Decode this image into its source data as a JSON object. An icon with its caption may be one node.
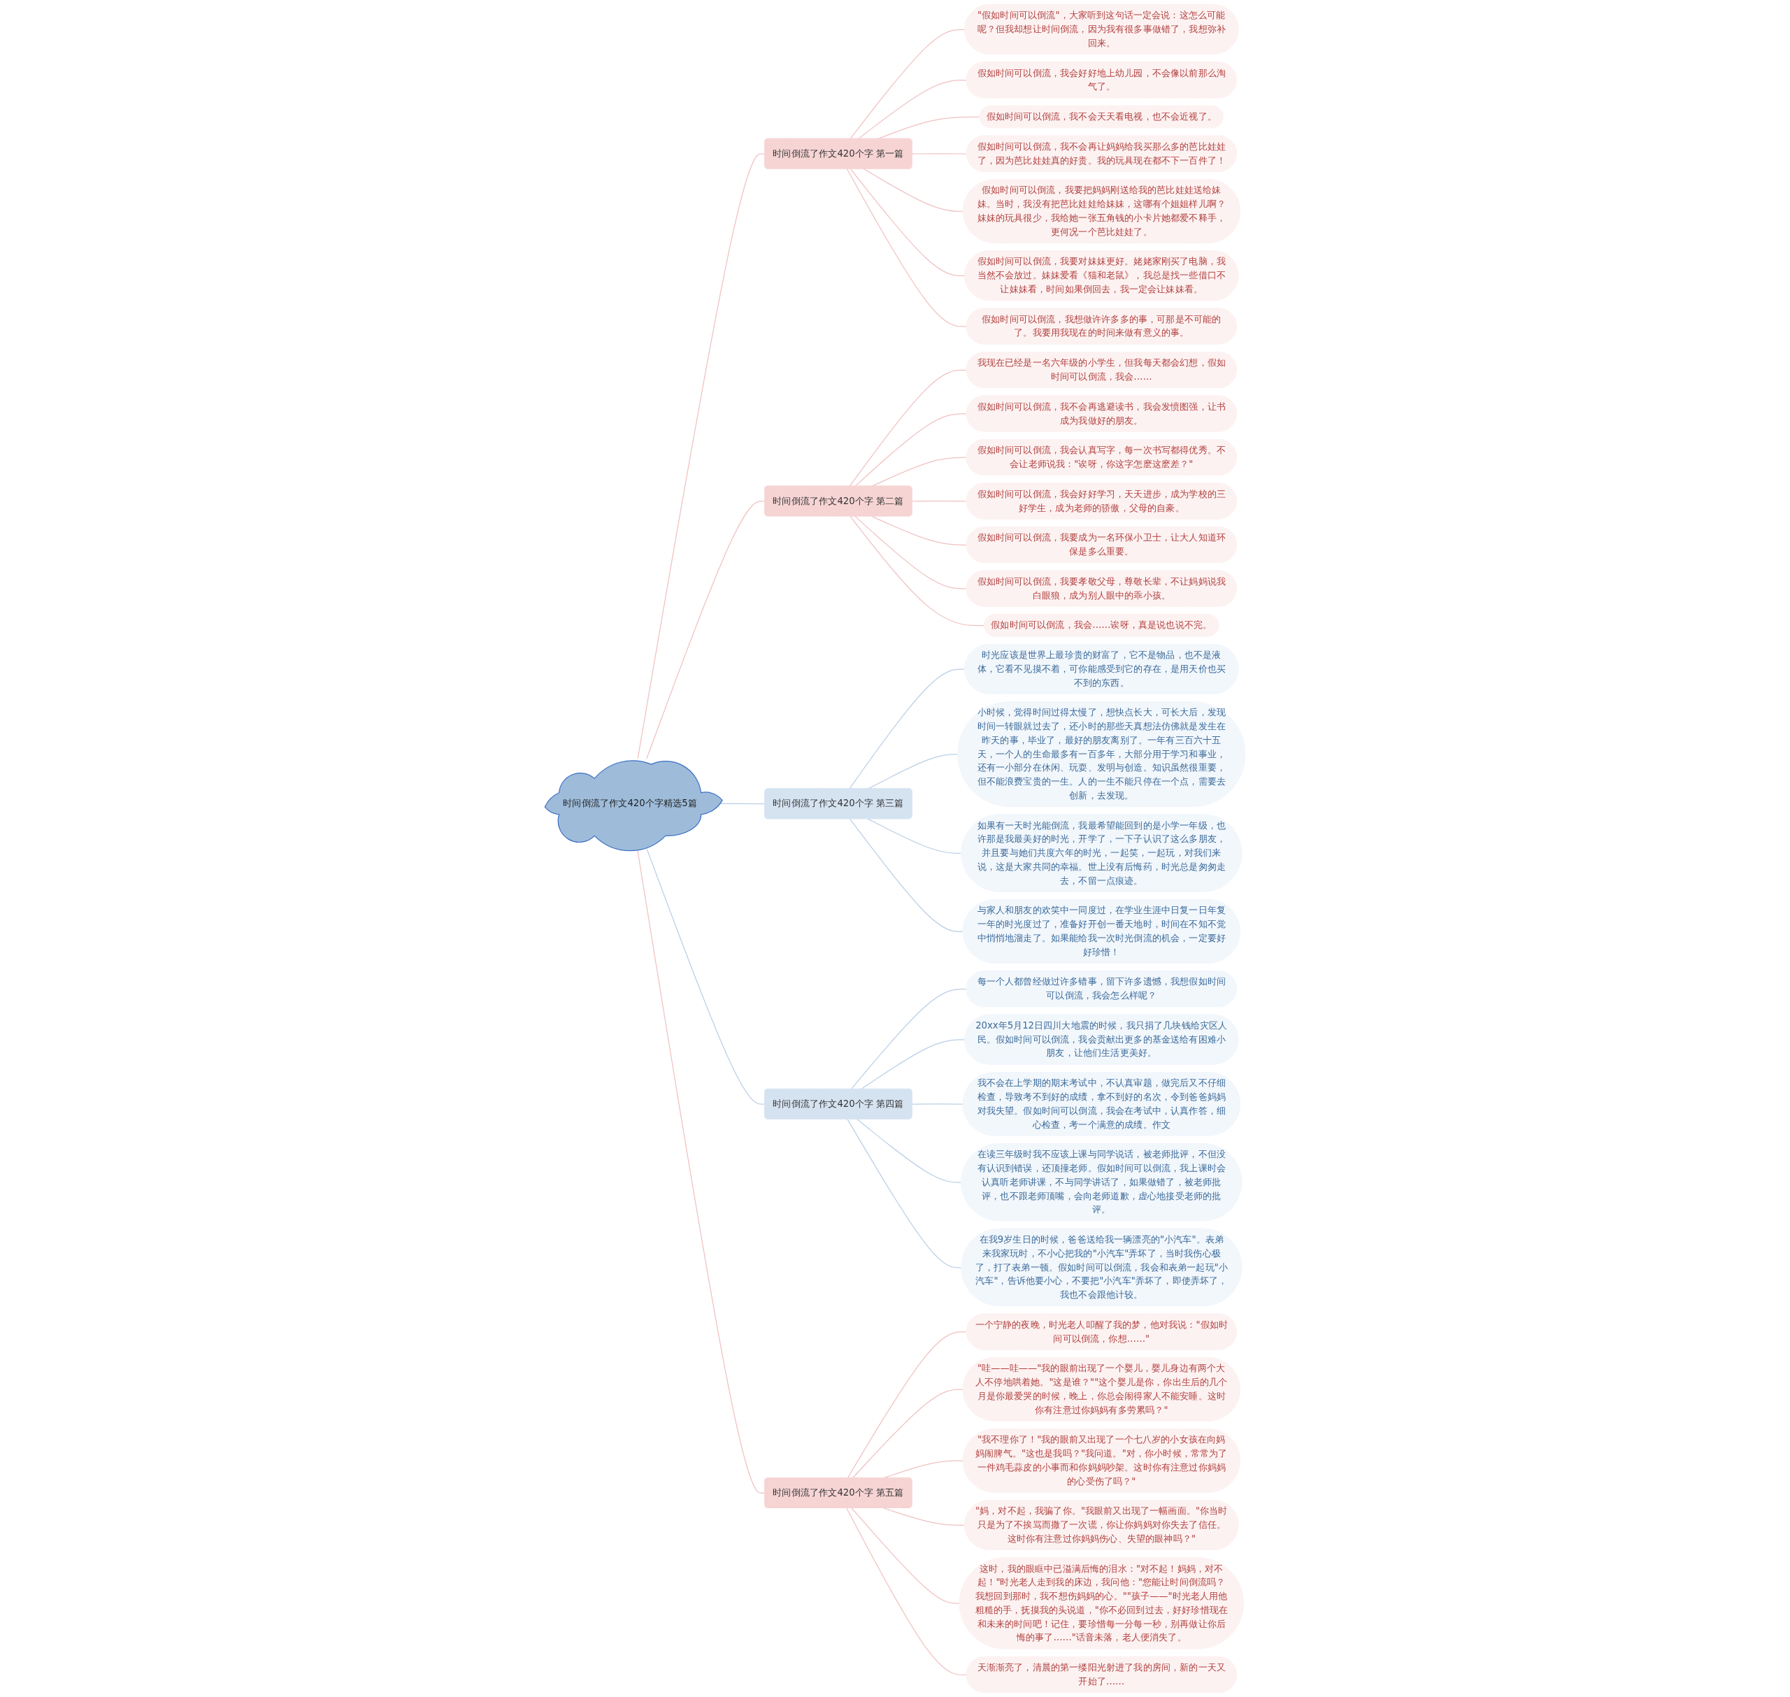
{
  "diagram": {
    "nodes": [
      {
        "text": [
          "时间倒流了作文420个字精选5篇"
        ]
      },
      {
        "text": [
          "时间倒流了作文420个字 第一篇"
        ]
      },
      {
        "text": [
          "\"假如时间可以倒流\"，大家听到这句话一定会说：这怎么可能呢？但我却想让时间倒流，因为我有很多事做错了，我想弥补回来。"
        ]
      },
      {
        "text": [
          "假如时间可以倒流，我会好好地上幼儿园，不会像以前那么淘气了。"
        ]
      },
      {
        "text": [
          "假如时间可以倒流，我不会天天看电视，也不会近视了。"
        ]
      },
      {
        "text": [
          "假如时间可以倒流，我不会再让妈妈给我买那么多的芭比娃娃了，因为芭比娃娃真的好贵。我的玩具现在都不下一百件了！"
        ]
      },
      {
        "text": [
          "假如时间可以倒流，我要把妈妈刚送给我的芭比娃娃送给妹妹。当时，我没有把芭比娃娃给妹妹，这哪有个姐姐样儿啊？妹妹的玩具很少，我给她一张五角钱的小卡片她都爱不释手，更何况一个芭比娃娃了。"
        ]
      },
      {
        "text": [
          "假如时间可以倒流，我要对妹妹更好。姥姥家刚买了电脑，我当然不会放过。妹妹爱看《猫和老鼠》，我总是找一些借口不让妹妹看，时间如果倒回去，我一定会让妹妹看。"
        ]
      },
      {
        "text": [
          "假如时间可以倒流，我想做许许多多的事，可那是不可能的了。我要用我现在的时间来做有意义的事。"
        ]
      },
      {
        "text": [
          "时间倒流了作文420个字 第二篇"
        ]
      },
      {
        "text": [
          "我现在已经是一名六年级的小学生，但我每天都会幻想，假如时间可以倒流，我会……"
        ]
      },
      {
        "text": [
          "假如时间可以倒流，我不会再逃避读书，我会发愤图强，让书成为我做好的朋友。"
        ]
      },
      {
        "text": [
          "假如时间可以倒流，我会认真写字，每一次书写都得优秀。不会让老师说我：\"诶呀，你这字怎麽这麽差？\""
        ]
      },
      {
        "text": [
          "假如时间可以倒流，我会好好学习，天天进步，成为学校的三好学生，成为老师的骄傲，父母的自豪。"
        ]
      },
      {
        "text": [
          "假如时间可以倒流，我要成为一名环保小卫士，让大人知道环保是多么重要。"
        ]
      },
      {
        "text": [
          "假如时间可以倒流，我要孝敬父母，尊敬长辈，不让妈妈说我白眼狼，成为别人眼中的乖小孩。"
        ]
      },
      {
        "text": [
          "假如时间可以倒流，我会……诶呀，真是说也说不完。"
        ]
      },
      {
        "text": [
          "时间倒流了作文420个字 第三篇"
        ]
      },
      {
        "text": [
          "时光应该是世界上最珍贵的财富了，它不是物品，也不是液体，它看不见摸不着，可你能感受到它的存在，是用天价也买不到的东西。"
        ]
      },
      {
        "text": [
          "小时候，觉得时间过得太慢了，想快点长大，可长大后，发现时间一转眼就过去了，还小时的那些天真想法仿佛就是发生在昨天的事，毕业了，最好的朋友离别了。一年有三百六十五天，一个人的生命最多有一百多年，大部分用于学习和事业，还有一小部分在休闲、玩耍、发明与创造。知识虽然很重要，但不能浪费宝贵的一生。人的一生不能只停在一个点，需要去创新，去发现。"
        ]
      },
      {
        "text": [
          "如果有一天时光能倒流，我最希望能回到的是小学一年级，也许那是我最美好的时光，开学了，一下子认识了这么多朋友，并且要与她们共度六年的时光，一起笑，一起玩，对我们来说，这是大家共同的幸福。世上没有后悔药，时光总是匆匆走去，不留一点痕迹。"
        ]
      },
      {
        "text": [
          "与家人和朋友的欢笑中一同度过，在学业生涯中日复一日年复一年的时光度过了，准备好开创一番天地时，时间在不知不觉中悄悄地溜走了。如果能给我一次时光倒流的机会，一定要好好珍惜！"
        ]
      },
      {
        "text": [
          "时间倒流了作文420个字 第四篇"
        ]
      },
      {
        "text": [
          "每一个人都曾经做过许多错事，留下许多遗憾，我想假如时间可以倒流，我会怎么样呢？"
        ]
      },
      {
        "text": [
          "20xx年5月12日四川大地震的时候，我只捐了几块钱给灾区人民。假如时间可以倒流，我会贡献出更多的基金送给有困难小朋友，让他们生活更美好。"
        ]
      },
      {
        "text": [
          "我不会在上学期的期末考试中，不认真审题，做完后又不仔细检查，导致考不到好的成绩，拿不到好的名次，令到爸爸妈妈对我失望。假如时间可以倒流，我会在考试中，认真作答，细心检查，考一个满意的成绩。作文"
        ]
      },
      {
        "text": [
          "在读三年级时我不应该上课与同学说话，被老师批评，不但没有认识到错误，还顶撞老师。假如时间可以倒流，我上课时会认真听老师讲课，不与同学讲话了，如果做错了，被老师批评，也不跟老师顶嘴，会向老师道歉，虚心地接受老师的批评。"
        ]
      },
      {
        "text": [
          "在我9岁生日的时候，爸爸送给我一辆漂亮的\"小汽车\"。表弟来我家玩时，不小心把我的\"小汽车\"弄坏了，当时我伤心极了，打了表弟一顿。假如时间可以倒流，我会和表弟一起玩\"小汽车\"，告诉他要小心，不要把\"小汽车\"弄坏了，即使弄坏了，我也不会跟他计较。"
        ]
      },
      {
        "text": [
          "时间倒流了作文420个字 第五篇"
        ]
      },
      {
        "text": [
          "一个宁静的夜晚，时光老人叩醒了我的梦，他对我说：\"假如时间可以倒流，你想……\""
        ]
      },
      {
        "text": [
          "\"哇——哇——\"我的眼前出现了一个婴儿，婴儿身边有两个大人不停地哄着她。\"这是谁？\"\"这个婴儿是你，你出生后的几个月是你最爱哭的时候，晚上，你总会闹得家人不能安睡。这时你有注意过你妈妈有多劳累吗？\""
        ]
      },
      {
        "text": [
          "\"我不理你了！\"我的眼前又出现了一个七八岁的小女孩在向妈妈闹脾气。\"这也是我吗？\"我问道。\"对，你小时候，常常为了一件鸡毛蒜皮的小事而和你妈妈吵架。这时你有注意过你妈妈的心受伤了吗？\""
        ]
      },
      {
        "text": [
          "\"妈，对不起，我骗了你。\"我眼前又出现了一幅画面。\"你当时只是为了不挨骂而撒了一次谎，你让你妈妈对你失去了信任。这时你有注意过你妈妈伤心、失望的眼神吗？\""
        ]
      },
      {
        "text": [
          "这时，我的眼眶中已溢满后悔的泪水：\"对不起！妈妈，对不起！\"时光老人走到我的床边，我问他：\"您能让时间倒流吗？我想回到那时，我不想伤妈妈的心。\"\"孩子——\"时光老人用他粗糙的手，抚摸我的头说道，\"你不必回到过去，好好珍惜现在和未来的时间吧！记住，要珍惜每一分每一秒，别再做让你后悔的事了……\"话音未落，老人便消失了。"
        ]
      },
      {
        "text": [
          "天渐渐亮了，清晨的第一缕阳光射进了我的房间，新的一天又开始了……"
        ]
      }
    ],
    "edges": [
      {
        "from": 0,
        "to": 1,
        "arrow": "none"
      },
      {
        "from": 1,
        "to": 2,
        "arrow": "none"
      },
      {
        "from": 1,
        "to": 3,
        "arrow": "none"
      },
      {
        "from": 1,
        "to": 4,
        "arrow": "none"
      },
      {
        "from": 1,
        "to": 5,
        "arrow": "none"
      },
      {
        "from": 1,
        "to": 6,
        "arrow": "none"
      },
      {
        "from": 1,
        "to": 7,
        "arrow": "none"
      },
      {
        "from": 1,
        "to": 8,
        "arrow": "none"
      },
      {
        "from": 0,
        "to": 9,
        "arrow": "none"
      },
      {
        "from": 9,
        "to": 10,
        "arrow": "none"
      },
      {
        "from": 9,
        "to": 11,
        "arrow": "none"
      },
      {
        "from": 9,
        "to": 12,
        "arrow": "none"
      },
      {
        "from": 9,
        "to": 13,
        "arrow": "none"
      },
      {
        "from": 9,
        "to": 14,
        "arrow": "none"
      },
      {
        "from": 9,
        "to": 15,
        "arrow": "none"
      },
      {
        "from": 9,
        "to": 16,
        "arrow": "none"
      },
      {
        "from": 0,
        "to": 17,
        "arrow": "none",
        "color": "#b9cfe6"
      },
      {
        "from": 17,
        "to": 18,
        "arrow": "none",
        "color": "#b9cfe6"
      },
      {
        "from": 17,
        "to": 19,
        "arrow": "none",
        "color": "#b9cfe6"
      },
      {
        "from": 17,
        "to": 20,
        "arrow": "none",
        "color": "#b9cfe6"
      },
      {
        "from": 17,
        "to": 21,
        "arrow": "none",
        "color": "#b9cfe6"
      },
      {
        "from": 0,
        "to": 22,
        "arrow": "none",
        "color": "#b9cfe6"
      },
      {
        "from": 22,
        "to": 23,
        "arrow": "none",
        "color": "#b9cfe6"
      },
      {
        "from": 22,
        "to": 24,
        "arrow": "none",
        "color": "#b9cfe6"
      },
      {
        "from": 22,
        "to": 25,
        "arrow": "none",
        "color": "#b9cfe6"
      },
      {
        "from": 22,
        "to": 26,
        "arrow": "none",
        "color": "#b9cfe6"
      },
      {
        "from": 22,
        "to": 27,
        "arrow": "none",
        "color": "#b9cfe6"
      },
      {
        "from": 0,
        "to": 28,
        "arrow": "none"
      },
      {
        "from": 28,
        "to": 29,
        "arrow": "none"
      },
      {
        "from": 28,
        "to": 30,
        "arrow": "none"
      },
      {
        "from": 28,
        "to": 31,
        "arrow": "none"
      },
      {
        "from": 28,
        "to": 32,
        "arrow": "none"
      },
      {
        "from": 28,
        "to": 33,
        "arrow": "none"
      },
      {
        "from": 28,
        "to": 34,
        "arrow": "none"
      }
    ]
  }
}
